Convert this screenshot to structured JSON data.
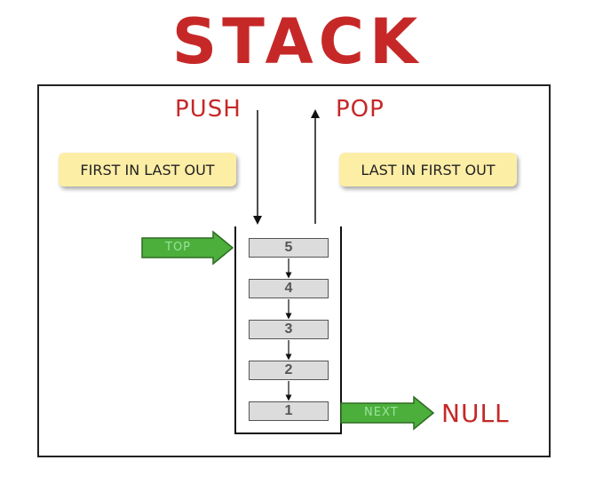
{
  "title": "STACK",
  "push_label": "PUSH",
  "pop_label": "POP",
  "notes": {
    "left": "FIRST IN LAST OUT",
    "right": "LAST IN FIRST OUT"
  },
  "top_label": "TOP",
  "next_label": "NEXT",
  "null_label": "NULL",
  "stack_items": [
    "5",
    "4",
    "3",
    "2",
    "1"
  ],
  "colors": {
    "accent_red": "#c62828",
    "note_yellow": "#fdeea6",
    "arrow_green": "#4caf3c"
  }
}
